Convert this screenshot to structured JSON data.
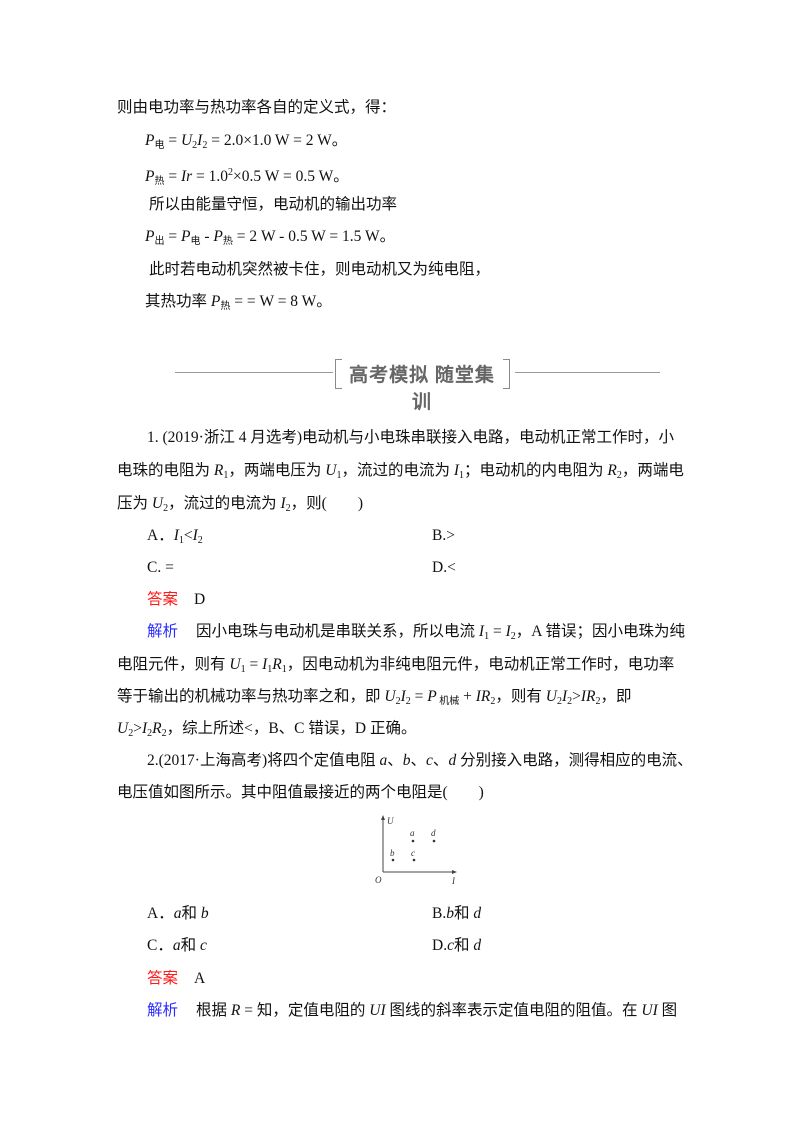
{
  "lines": [
    {
      "segs": [
        [
          "则由电功率与热功率各自的定义式，得：",
          ""
        ]
      ]
    },
    {
      "segs": [
        [
          "P",
          "i"
        ],
        [
          "电",
          "sub"
        ],
        [
          " = ",
          ""
        ],
        [
          "U",
          "i"
        ],
        [
          "2",
          "sub"
        ],
        [
          "I",
          "i"
        ],
        [
          "2",
          "sub"
        ],
        [
          " = 2.0×1.0 W = 2 W。",
          ""
        ]
      ]
    },
    {
      "segs": [
        [
          "P",
          "i"
        ],
        [
          "热",
          "sub"
        ],
        [
          " = ",
          ""
        ],
        [
          "Ir",
          "i"
        ],
        [
          " = 1.0",
          ""
        ],
        [
          "2",
          "sup"
        ],
        [
          "×0.5 W = 0.5 W。",
          ""
        ]
      ]
    },
    {
      "segs": [
        [
          "所以由能量守恒，电动机的输出功率",
          ""
        ]
      ]
    },
    {
      "segs": [
        [
          "P",
          "i"
        ],
        [
          "出",
          "sub"
        ],
        [
          " = ",
          ""
        ],
        [
          "P",
          "i"
        ],
        [
          "电",
          "sub"
        ],
        [
          " - ",
          ""
        ],
        [
          "P",
          "i"
        ],
        [
          "热",
          "sub"
        ],
        [
          " = 2 W - 0.5 W = 1.5 W。",
          ""
        ]
      ]
    },
    {
      "segs": [
        [
          "此时若电动机突然被卡住，则电动机又为纯电阻，",
          ""
        ]
      ]
    },
    {
      "segs": [
        [
          "其热功率 ",
          ""
        ],
        [
          "P",
          "i"
        ],
        [
          "热",
          "sub"
        ],
        [
          " = =  W = 8 W。",
          ""
        ]
      ]
    }
  ],
  "banner": {
    "title": "高考模拟 随堂集训"
  },
  "q1": {
    "stem": [
      {
        "segs": [
          [
            "1. (2019·浙江 4 月选考)电动机与小电珠串联接入电路，电动机正常工作时，小",
            ""
          ]
        ]
      },
      {
        "segs": [
          [
            "电珠的电阻为 ",
            ""
          ],
          [
            "R",
            "i"
          ],
          [
            "1",
            "sub"
          ],
          [
            "，两端电压为 ",
            ""
          ],
          [
            "U",
            "i"
          ],
          [
            "1",
            "sub"
          ],
          [
            "，流过的电流为 ",
            ""
          ],
          [
            "I",
            "i"
          ],
          [
            "1",
            "sub"
          ],
          [
            "；电动机的内电阻为 ",
            ""
          ],
          [
            "R",
            "i"
          ],
          [
            "2",
            "sub"
          ],
          [
            "，两端电",
            ""
          ]
        ]
      },
      {
        "segs": [
          [
            "压为 ",
            ""
          ],
          [
            "U",
            "i"
          ],
          [
            "2",
            "sub"
          ],
          [
            "，流过的电流为 ",
            ""
          ],
          [
            "I",
            "i"
          ],
          [
            "2",
            "sub"
          ],
          [
            "，则(　　)",
            ""
          ]
        ]
      }
    ],
    "options": [
      {
        "segs": [
          [
            "A．",
            ""
          ],
          [
            "I",
            "i"
          ],
          [
            "1",
            "sub"
          ],
          [
            "<",
            ""
          ],
          [
            "I",
            "i"
          ],
          [
            "2",
            "sub"
          ]
        ]
      },
      {
        "segs": [
          [
            "B.>",
            ""
          ]
        ]
      },
      {
        "segs": [
          [
            "C. =",
            ""
          ]
        ]
      },
      {
        "segs": [
          [
            "D.<",
            ""
          ]
        ]
      }
    ],
    "answer_label": "答案",
    "answer": "D",
    "analysis_label": "解析",
    "analysis": [
      {
        "segs": [
          [
            "因小电珠与电动机是串联关系，所以电流 ",
            ""
          ],
          [
            "I",
            "i"
          ],
          [
            "1",
            "sub"
          ],
          [
            " = ",
            ""
          ],
          [
            "I",
            "i"
          ],
          [
            "2",
            "sub"
          ],
          [
            "，A 错误；因小电珠为纯",
            ""
          ]
        ]
      },
      {
        "segs": [
          [
            "电阻元件，则有 ",
            ""
          ],
          [
            "U",
            "i"
          ],
          [
            "1",
            "sub"
          ],
          [
            " = ",
            ""
          ],
          [
            "I",
            "i"
          ],
          [
            "1",
            "sub"
          ],
          [
            "R",
            "i"
          ],
          [
            "1",
            "sub"
          ],
          [
            "，因电动机为非纯电阻元件，电动机正常工作时，电功率",
            ""
          ]
        ]
      },
      {
        "segs": [
          [
            "等于输出的机械功率与热功率之和，即 ",
            ""
          ],
          [
            "U",
            "i"
          ],
          [
            "2",
            "sub"
          ],
          [
            "I",
            "i"
          ],
          [
            "2",
            "sub"
          ],
          [
            " = ",
            ""
          ],
          [
            "P",
            "i"
          ],
          [
            " 机械",
            "sub"
          ],
          [
            " + ",
            ""
          ],
          [
            "IR",
            "i"
          ],
          [
            "2",
            "sub"
          ],
          [
            "，则有 ",
            ""
          ],
          [
            "U",
            "i"
          ],
          [
            "2",
            "sub"
          ],
          [
            "I",
            "i"
          ],
          [
            "2",
            "sub"
          ],
          [
            ">",
            ""
          ],
          [
            "IR",
            "i"
          ],
          [
            "2",
            "sub"
          ],
          [
            "，即",
            ""
          ]
        ]
      },
      {
        "segs": [
          [
            "U",
            "i"
          ],
          [
            "2",
            "sub"
          ],
          [
            ">",
            ""
          ],
          [
            "I",
            "i"
          ],
          [
            "2",
            "sub"
          ],
          [
            "R",
            "i"
          ],
          [
            "2",
            "sub"
          ],
          [
            "，综上所述<，B、C 错误，D 正确。",
            ""
          ]
        ]
      }
    ]
  },
  "q2": {
    "stem": [
      {
        "segs": [
          [
            "2.(2017·上海高考)将四个定值电阻 ",
            ""
          ],
          [
            "a",
            "i"
          ],
          [
            "、",
            ""
          ],
          [
            "b",
            "i"
          ],
          [
            "、",
            ""
          ],
          [
            "c",
            "i"
          ],
          [
            "、",
            ""
          ],
          [
            "d",
            "i"
          ],
          [
            " 分别接入电路，测得相应的电流、",
            ""
          ]
        ]
      },
      {
        "segs": [
          [
            "电压值如图所示。其中阻值最接近的两个电阻是(　　)",
            ""
          ]
        ]
      }
    ],
    "figure": {
      "y_axis": "U",
      "x_axis": "I",
      "origin": "O",
      "points": [
        "a",
        "b",
        "c",
        "d"
      ]
    },
    "options": [
      {
        "segs": [
          [
            "A．",
            ""
          ],
          [
            "a",
            "i"
          ],
          [
            "和 ",
            ""
          ],
          [
            "b",
            "i"
          ]
        ]
      },
      {
        "segs": [
          [
            "B.",
            ""
          ],
          [
            "b",
            "i"
          ],
          [
            "和 ",
            ""
          ],
          [
            "d",
            "i"
          ]
        ]
      },
      {
        "segs": [
          [
            "C．",
            ""
          ],
          [
            "a",
            "i"
          ],
          [
            "和 ",
            ""
          ],
          [
            "c",
            "i"
          ]
        ]
      },
      {
        "segs": [
          [
            "D.",
            ""
          ],
          [
            "c",
            "i"
          ],
          [
            "和 ",
            ""
          ],
          [
            "d",
            "i"
          ]
        ]
      }
    ],
    "answer_label": "答案",
    "answer": "A",
    "analysis_label": "解析",
    "analysis": [
      {
        "segs": [
          [
            "根据 ",
            ""
          ],
          [
            "R",
            "i"
          ],
          [
            " = 知，定值电阻的 ",
            ""
          ],
          [
            "UI",
            "i"
          ],
          [
            " 图线的斜率表示定值电阻的阻值。在 ",
            ""
          ],
          [
            "UI",
            "i"
          ],
          [
            " 图",
            ""
          ]
        ]
      }
    ]
  },
  "colors": {
    "answer_label": "#ff1a1a",
    "analysis_label": "#2b2bff",
    "banner_text": "#666666"
  }
}
